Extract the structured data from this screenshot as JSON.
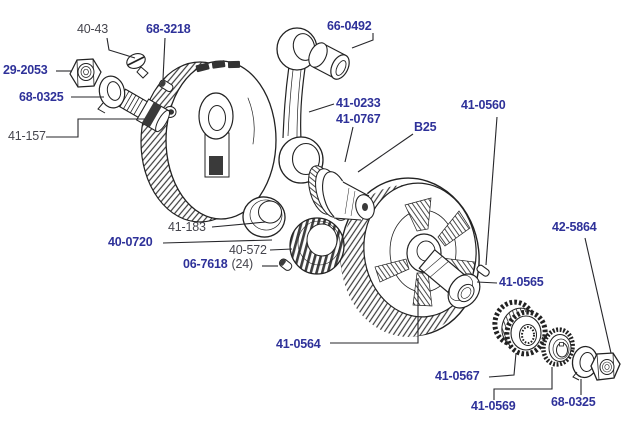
{
  "page": {
    "background": "#ffffff"
  },
  "colors": {
    "label_blue": "#2e3199",
    "label_dark": "#45454d",
    "line_art": "#222222"
  },
  "diagram": {
    "kind": "exploded-parts-diagram-crankshaft-flywheel-assembly"
  },
  "parts": [
    {
      "num": "40-43",
      "style": "dark",
      "target": "retaining-screw"
    },
    {
      "num": "68-3218",
      "style": "blue",
      "target": "dowel-pin"
    },
    {
      "num": "29-2053",
      "style": "blue",
      "target": "hex-nut-left"
    },
    {
      "num": "68-0325",
      "style": "blue",
      "target": "tab-washer-left"
    },
    {
      "num": "41-157",
      "style": "dark",
      "target": "drive-side-shaft"
    },
    {
      "num": "66-0492",
      "style": "blue",
      "target": "small-end-bush"
    },
    {
      "num": "41-0233",
      "style": "blue",
      "target": "connecting-rod"
    },
    {
      "num": "41-0767",
      "style": "blue",
      "target": "crankpin"
    },
    {
      "num": "B25",
      "style": "blue",
      "target": "crankpin-model"
    },
    {
      "num": "41-0560",
      "style": "blue",
      "target": "woodruff-key"
    },
    {
      "num": "41-183",
      "style": "dark",
      "target": "bearing-outer-race"
    },
    {
      "num": "40-0720",
      "style": "blue",
      "target": "roller-bearing"
    },
    {
      "num": "40-572",
      "style": "dark",
      "target": "bearing-cage"
    },
    {
      "num": "06-7618",
      "style": "blue",
      "qty": "(24)",
      "target": "bearing-roller"
    },
    {
      "num": "42-5864",
      "style": "blue",
      "target": "hex-nut-right"
    },
    {
      "num": "41-0565",
      "style": "blue",
      "target": "shaft-collar"
    },
    {
      "num": "41-0564",
      "style": "blue",
      "target": "timing-side-flywheel"
    },
    {
      "num": "41-0567",
      "style": "blue",
      "target": "engine-sprocket"
    },
    {
      "num": "41-0569",
      "style": "blue",
      "target": "pinion-gear"
    },
    {
      "num": "68-0325",
      "style": "blue",
      "target": "tab-washer-right"
    }
  ]
}
